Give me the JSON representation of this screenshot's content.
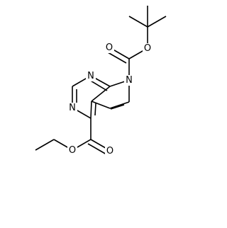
{
  "structure": {
    "atoms": {
      "n1": "N",
      "n3": "N",
      "n7": "N",
      "o_boc_ester": "O",
      "o_boc_carbonyl": "O",
      "o_ethyl_ester": "O",
      "o_ethyl_carbonyl": "O"
    }
  }
}
